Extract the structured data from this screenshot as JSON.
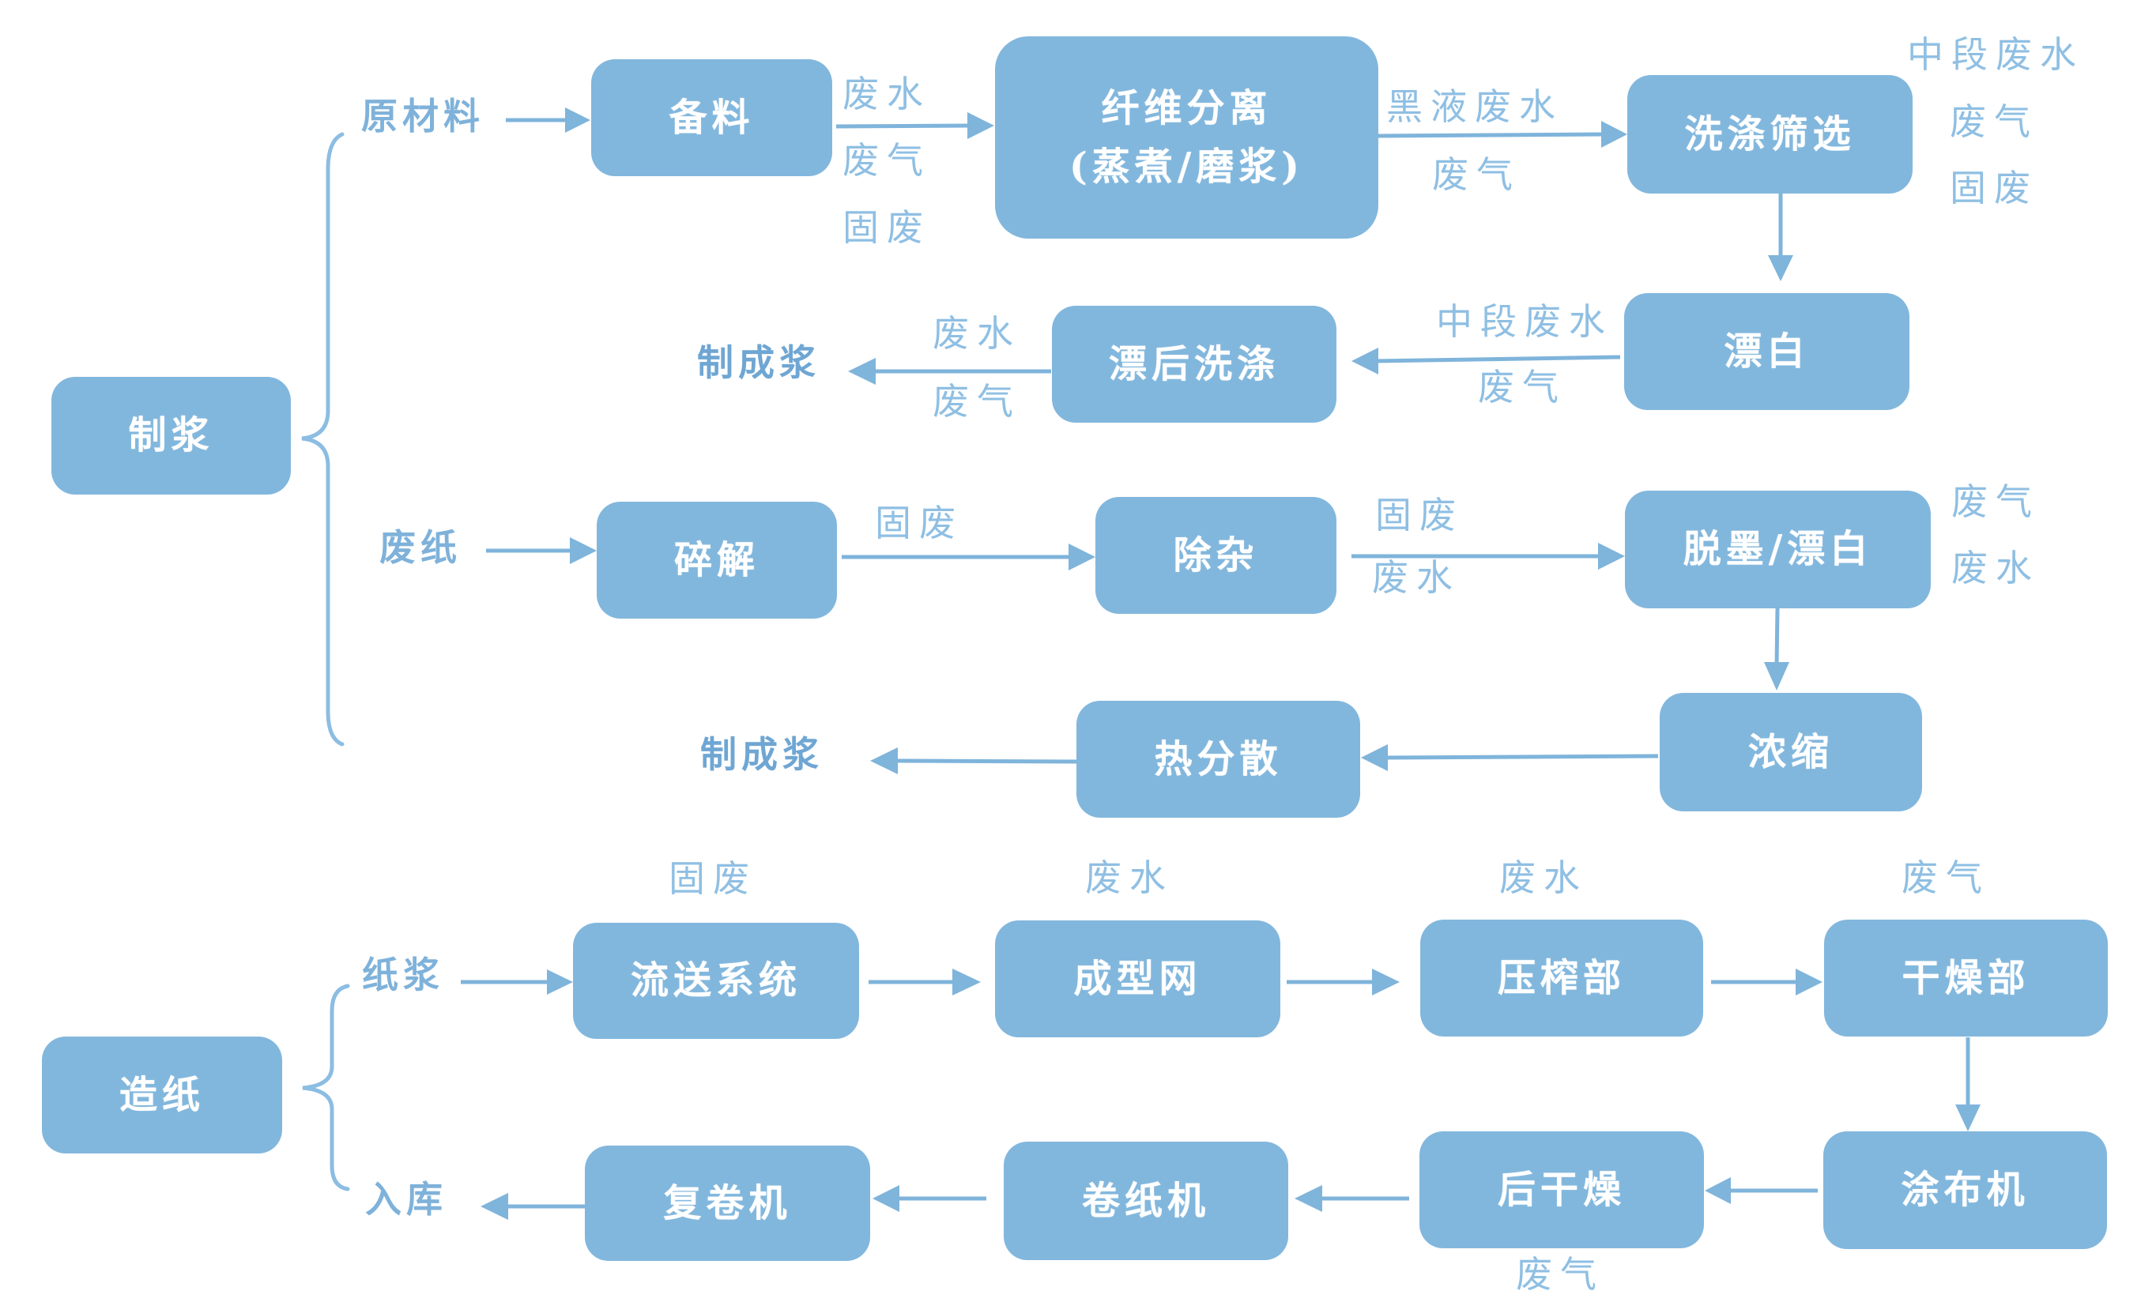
{
  "colors": {
    "box_fill": "#82b7dd",
    "box_text": "#ffffff",
    "arrow": "#7fb4db",
    "label": "#8fbfe3",
    "output_label": "#6fa6d3"
  },
  "sections": {
    "pulping": {
      "label": "制浆",
      "branches": [
        "原材料",
        "废纸"
      ]
    },
    "papermaking": {
      "label": "造纸",
      "branches": [
        "纸浆",
        "入库"
      ]
    }
  },
  "nodes": {
    "beiliao": "备料",
    "fiber_separation": [
      "纤维分离",
      "(蒸煮/磨浆)"
    ],
    "wash_screen": "洗涤筛选",
    "bleach": "漂白",
    "post_bleach_wash": "漂后洗涤",
    "pulping_done_1": "制成浆",
    "suijie": "碎解",
    "chuza": "除杂",
    "deink_bleach": "脱墨/漂白",
    "concentrate": "浓缩",
    "heat_disperse": "热分散",
    "pulping_done_2": "制成浆",
    "headbox_system": "流送系统",
    "forming_wire": "成型网",
    "press_section": "压榨部",
    "dryer_section": "干燥部",
    "coater": "涂布机",
    "after_dryer": "后干燥",
    "reel": "卷纸机",
    "rewinder": "复卷机"
  },
  "emissions": {
    "beiliao": [
      "废水",
      "废气",
      "固废"
    ],
    "fiber_separation": {
      "above": "黑液废水",
      "below": "废气"
    },
    "wash_screen": [
      "中段废水",
      "废气",
      "固废"
    ],
    "bleach": {
      "above": "中段废水",
      "below": "废气"
    },
    "post_bleach_wash": {
      "above": "废水",
      "below": "废气"
    },
    "suijie": "固废",
    "chuza": {
      "above": "固废",
      "below": "废水"
    },
    "deink_bleach": [
      "废气",
      "废水"
    ],
    "headbox_system": "固废",
    "forming_wire": "废水",
    "press_section": "废水",
    "dryer_section": "废气",
    "after_dryer": "废气"
  },
  "edges": [
    [
      "原材料",
      "备料"
    ],
    [
      "备料",
      "纤维分离"
    ],
    [
      "纤维分离",
      "洗涤筛选"
    ],
    [
      "洗涤筛选",
      "漂白"
    ],
    [
      "漂白",
      "漂后洗涤"
    ],
    [
      "漂后洗涤",
      "制成浆"
    ],
    [
      "废纸",
      "碎解"
    ],
    [
      "碎解",
      "除杂"
    ],
    [
      "除杂",
      "脱墨/漂白"
    ],
    [
      "脱墨/漂白",
      "浓缩"
    ],
    [
      "浓缩",
      "热分散"
    ],
    [
      "热分散",
      "制成浆"
    ],
    [
      "纸浆",
      "流送系统"
    ],
    [
      "流送系统",
      "成型网"
    ],
    [
      "成型网",
      "压榨部"
    ],
    [
      "压榨部",
      "干燥部"
    ],
    [
      "干燥部",
      "涂布机"
    ],
    [
      "涂布机",
      "后干燥"
    ],
    [
      "后干燥",
      "卷纸机"
    ],
    [
      "卷纸机",
      "复卷机"
    ],
    [
      "复卷机",
      "入库"
    ]
  ]
}
